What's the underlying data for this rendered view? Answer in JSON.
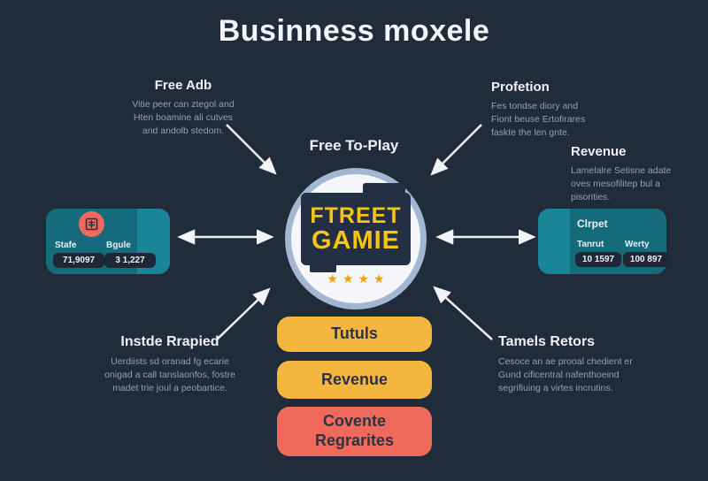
{
  "title": "Businness moxele",
  "colors": {
    "background": "#212c3b",
    "panel_teal_dark": "#156b7a",
    "panel_teal_light": "#1a8596",
    "accent_yellow": "#f5b63f",
    "accent_red": "#ef6a5a",
    "icon_circle_red": "#ee6a5f",
    "logo_text_yellow": "#f9c513",
    "circle_border": "#a3b7d2",
    "star_orange": "#f0a202",
    "arrow_white": "#f2f5f8"
  },
  "sections": {
    "top_left": {
      "heading": "Free Adb",
      "body": "Vitie peer can ztegol and\nHten boamine ali cutves\nand andolb stedom."
    },
    "top_right": {
      "heading": "Profetion",
      "body": "Fes tondse diory and\nFiont beuse Ertofirares\nfaskte the len gnte."
    },
    "right": {
      "heading": "Revenue",
      "body": "Lamelalre Setisne adate\noves mesofilitep bul a\npisorities."
    },
    "bottom_left": {
      "heading": "Instde Rrapied",
      "body": "Uerdiists sd oranad fg ecarie\nonigad a call tanslaonfos, fostre\nmadet trie joul a peobartice."
    },
    "bottom_right": {
      "heading": "Tamels Retors",
      "body": "Cesoce an ae prooal chedient er\nGund cificentral nafenthoeind\nsegrifiuing a virtes incrutins."
    }
  },
  "center": {
    "label": "Free To-Play",
    "logo_line1": "FTREET",
    "logo_line2": "GAMIE",
    "stars": "★★★★"
  },
  "left_panel": {
    "icon": "document-icon",
    "stats": [
      {
        "label": "Stafe",
        "value": "71,9097"
      },
      {
        "label": "Bgule",
        "value": "3 1,227"
      }
    ]
  },
  "right_panel": {
    "title": "Clrpet",
    "stats": [
      {
        "label": "Tanrut",
        "value": "10 1597"
      },
      {
        "label": "Werty",
        "value": "100 897"
      }
    ]
  },
  "buttons": [
    {
      "label": "Tutuls"
    },
    {
      "label": "Revenue"
    },
    {
      "label": "Covente\nRegrarites"
    }
  ]
}
